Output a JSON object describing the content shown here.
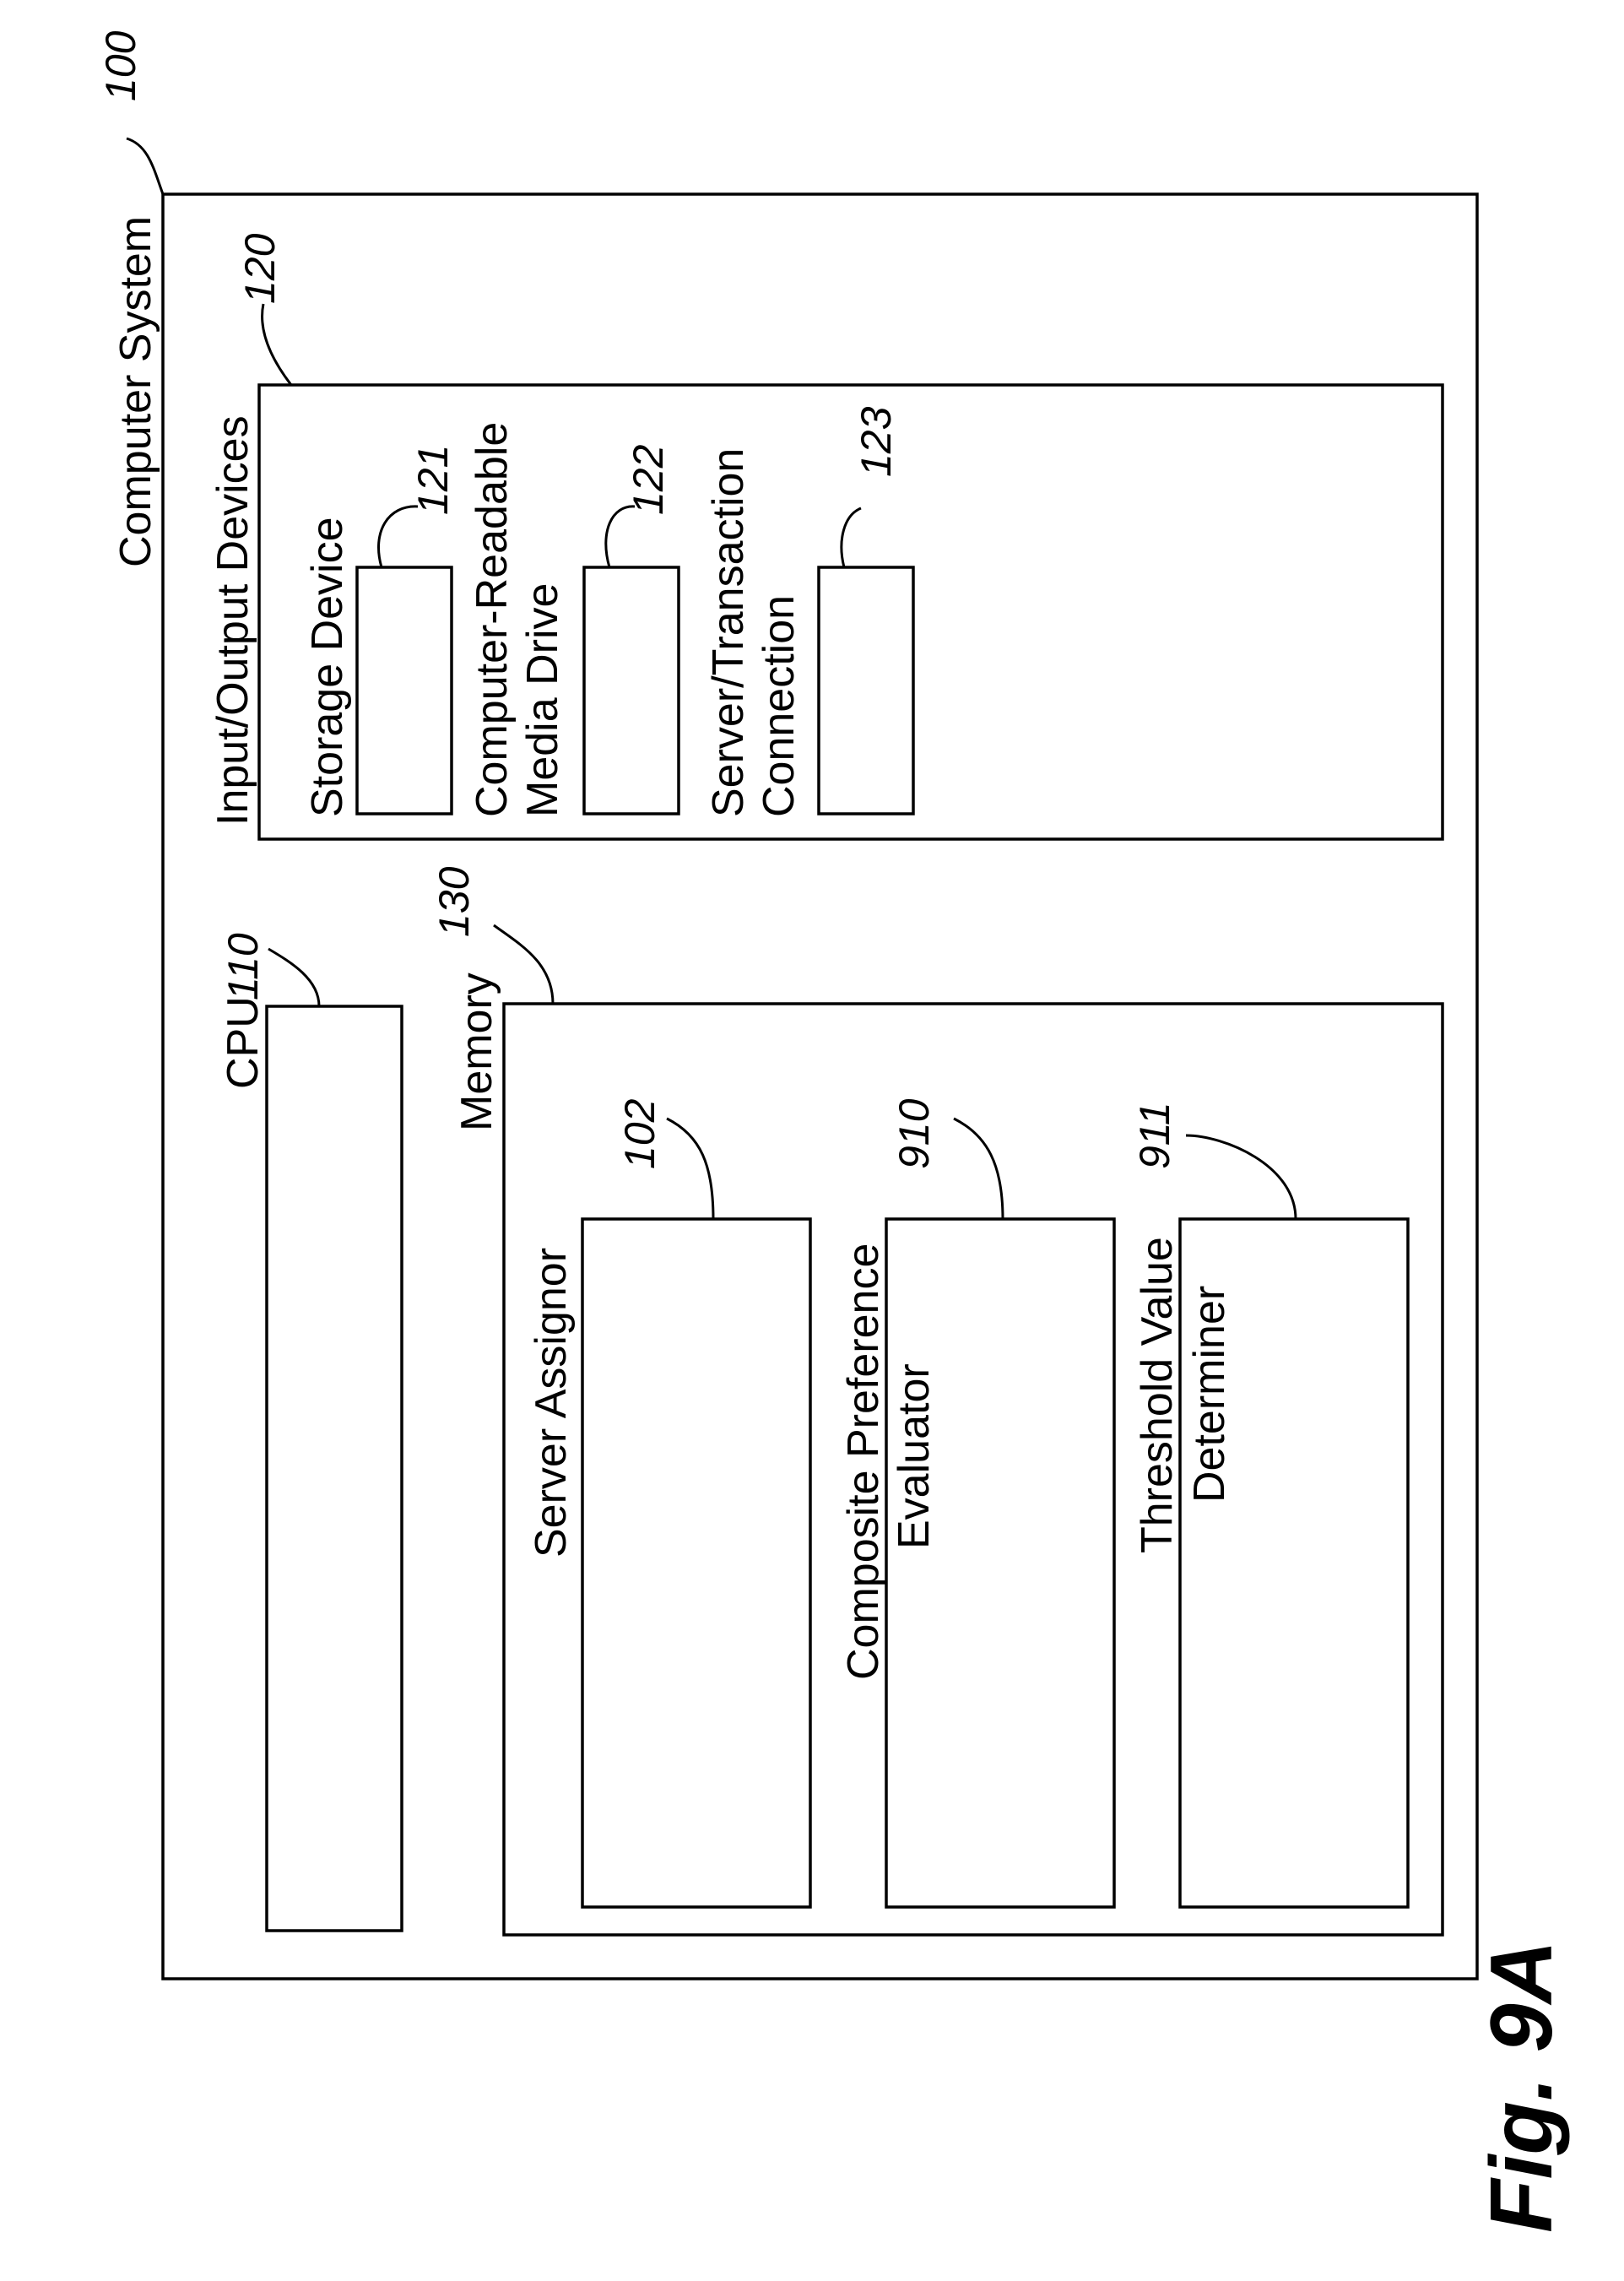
{
  "figure": {
    "caption": "Fig. 9A",
    "system": {
      "label": "Computer System",
      "ref": "100"
    },
    "cpu": {
      "label": "CPU",
      "ref": "110"
    },
    "io": {
      "label": "Input/Output Devices",
      "ref": "120",
      "storage": {
        "label": "Storage Device",
        "ref": "121"
      },
      "media": {
        "label_line1": "Computer-Readable",
        "label_line2": "Media Drive",
        "ref": "122"
      },
      "server_conn": {
        "label_line1": "Server/Transaction",
        "label_line2": "Connection",
        "ref": "123"
      }
    },
    "memory": {
      "label": "Memory",
      "ref": "130",
      "assignor": {
        "label": "Server Assignor",
        "ref": "102"
      },
      "evaluator": {
        "label_line1": "Composite Preference",
        "label_line2": "Evaluator",
        "ref": "910"
      },
      "threshold": {
        "label_line1": "Threshold Value",
        "label_line2": "Determiner",
        "ref": "911"
      }
    }
  }
}
